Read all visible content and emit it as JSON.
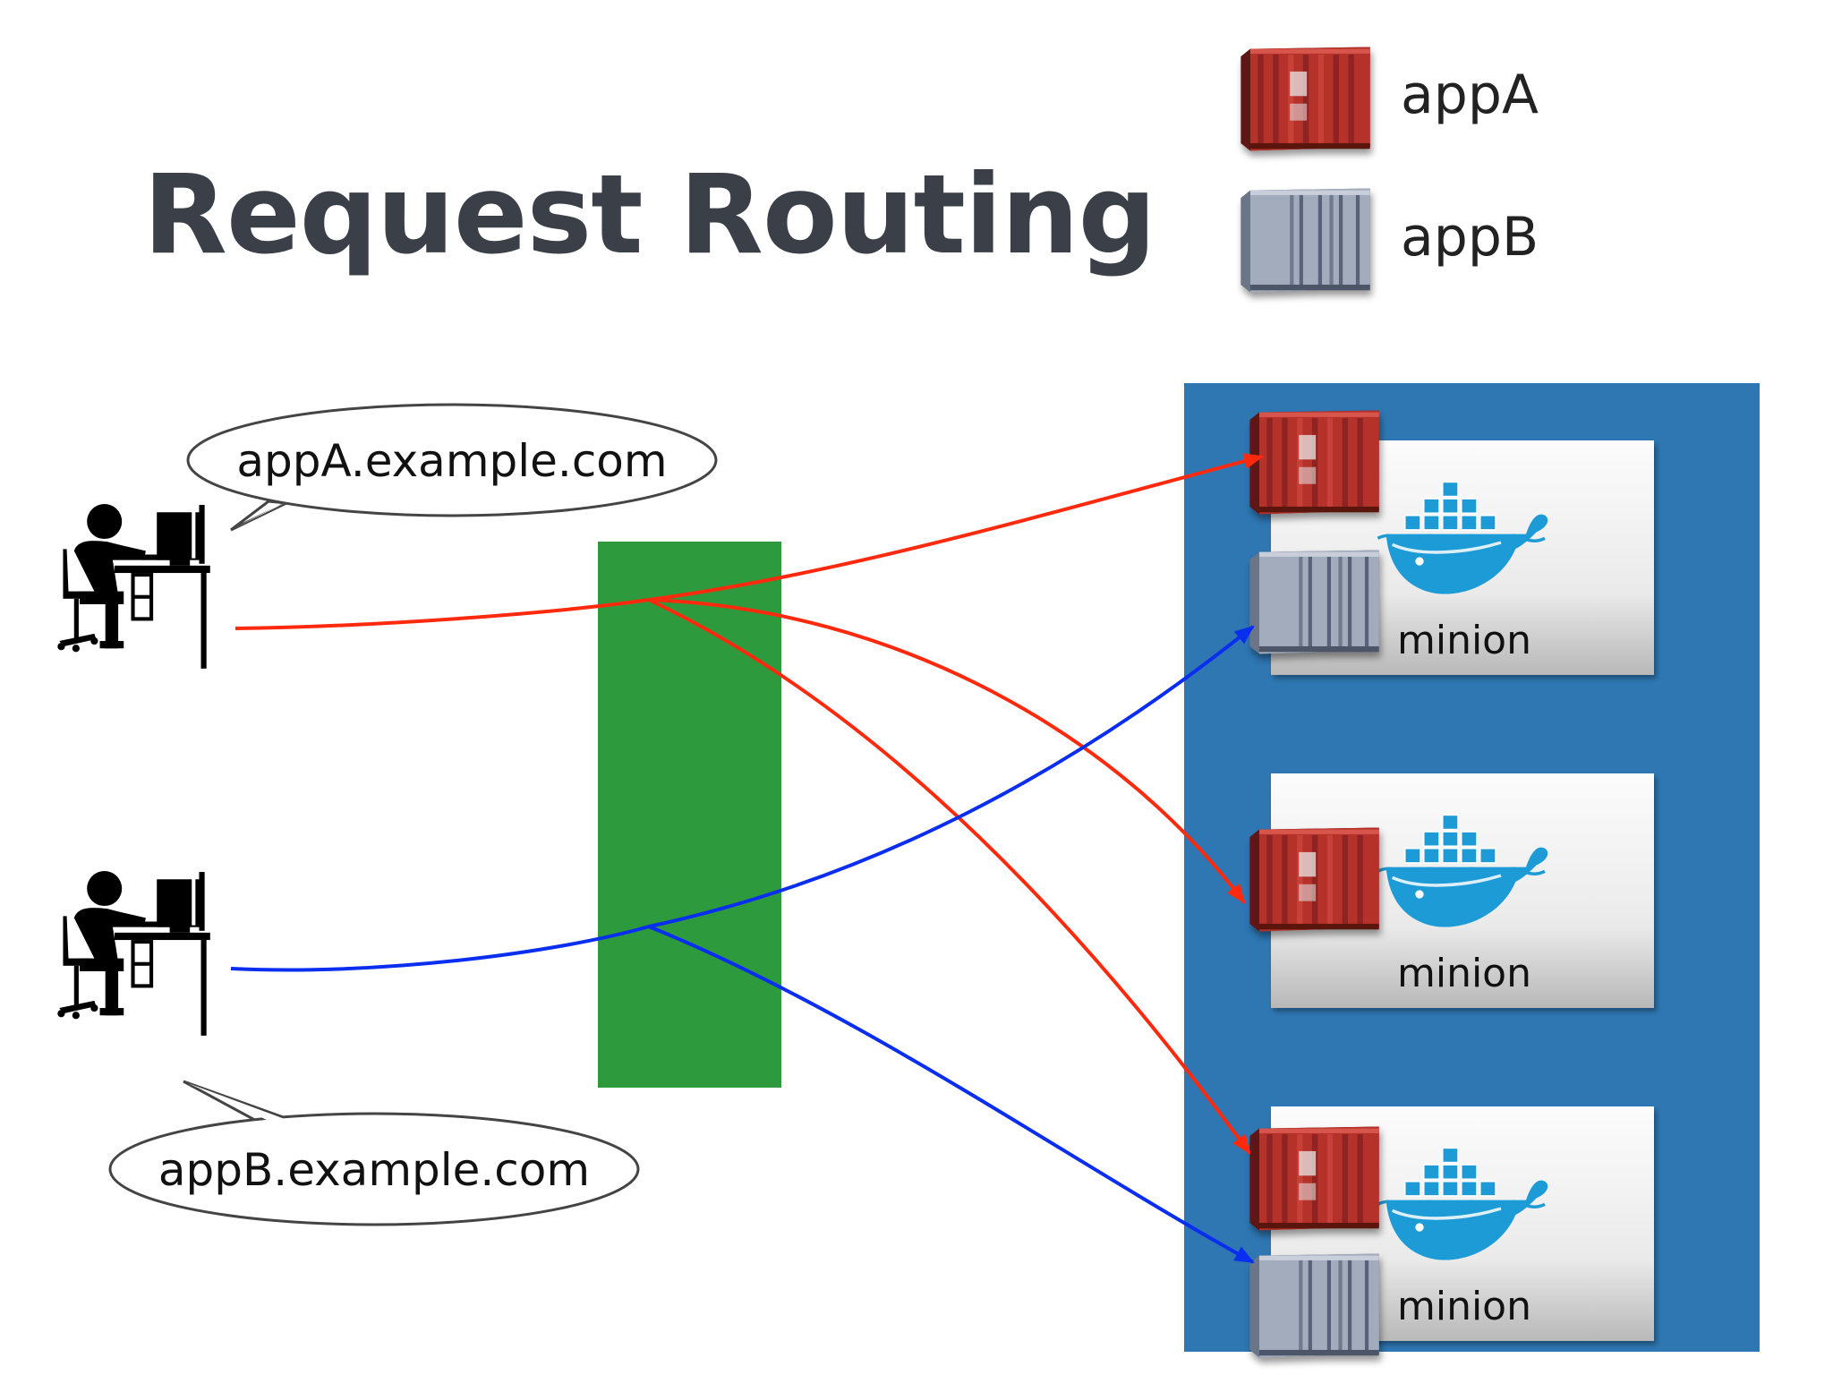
{
  "slide": {
    "title": "Request Routing"
  },
  "legend": {
    "appA_label": "appA",
    "appB_label": "appB"
  },
  "users": {
    "user_a_request": "appA.example.com",
    "user_b_request": "appB.example.com"
  },
  "cluster": {
    "nodes": [
      {
        "label": "minion"
      },
      {
        "label": "minion"
      },
      {
        "label": "minion"
      }
    ]
  },
  "icons": {
    "user": "person-at-computer-icon",
    "container_a": "red-shipping-container-icon",
    "container_b": "grey-shipping-container-icon",
    "node": "docker-whale-icon"
  },
  "colors": {
    "text_dark": "#3b4048",
    "router_green": "#2e9a3e",
    "cluster_blue": "#2e77b3",
    "route_red": "#ff2a0e",
    "route_blue": "#0a2ef0",
    "container_red": "#b4302a",
    "container_grey": "#8e9bb0",
    "whale_blue": "#1d9bd6"
  }
}
